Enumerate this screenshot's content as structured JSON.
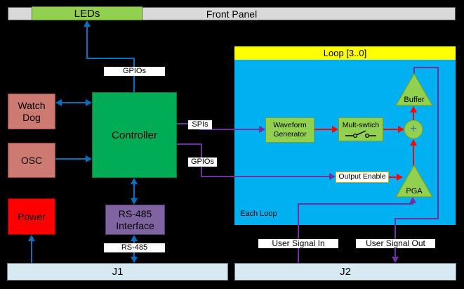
{
  "palette": {
    "background": "#000000",
    "panel_gray": "#D9D9D9",
    "leds_green": "#92D050",
    "loop_header_yellow": "#FFFF00",
    "loop_body_cyan": "#00B0F0",
    "component_green": "#92D050",
    "controller_green": "#00AC55",
    "peripheral_salmon": "#CD7B72",
    "power_red": "#FF0000",
    "rs485_purple": "#8064A2",
    "connector_bar_blue": "#D8EAF1",
    "arrow_blue": "#0070C0",
    "arrow_purple": "#7030A0",
    "arrow_red": "#FF0000",
    "plus_sign_blue": "#2E75B6"
  },
  "top_bar": {
    "front_panel": "Front Panel",
    "leds": "LEDs"
  },
  "peripherals": {
    "watchdog": "Watch Dog",
    "osc": "OSC",
    "power": "Power"
  },
  "controller": {
    "label": "Controller"
  },
  "rs485_interface": {
    "label": "RS-485 Interface"
  },
  "bus_labels": {
    "gpios_top": "GPIOs",
    "spis": "SPIs",
    "gpios_loop": "GPIOs",
    "rs485": "RS-485",
    "output_enable": "Output Enable",
    "user_signal_in": "User Signal In",
    "user_signal_out": "User Signal Out"
  },
  "loop": {
    "header": "Loop [3..0]",
    "each_loop_note": "Each Loop",
    "waveform_generator": "Waveform Generator",
    "mult_switch": "Mult-swtich",
    "buffer": "Buffer",
    "summer_plus": "+",
    "pga": "PGA"
  },
  "connectors": {
    "j1": "J1",
    "j2": "J2"
  }
}
